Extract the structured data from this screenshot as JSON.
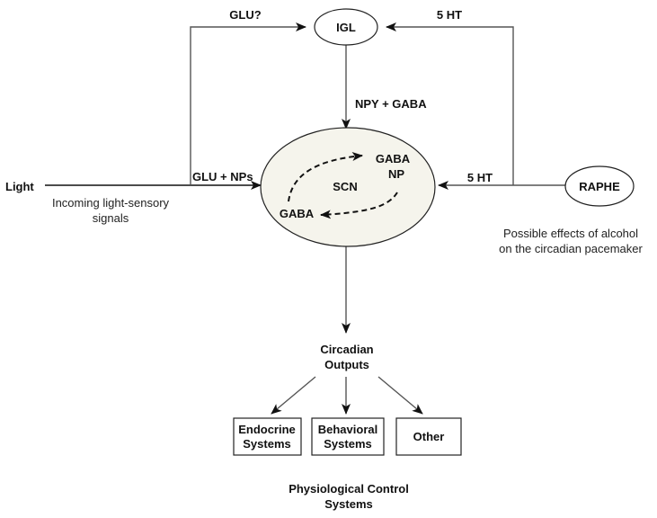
{
  "nodes": {
    "igl": "IGL",
    "scn": "SCN",
    "raphe": "RAPHE",
    "light": "Light"
  },
  "scn_internal": {
    "gaba_top": "GABA",
    "np": "NP",
    "gaba_bottom": "GABA"
  },
  "edges": {
    "glu_question": "GLU?",
    "ht_to_igl": "5 HT",
    "npy_gaba": "NPY + GABA",
    "glu_nps": "GLU + NPs",
    "ht_to_scn": "5 HT"
  },
  "annotations": {
    "light_line1": "Incoming light-sensory",
    "light_line2": "signals",
    "alcohol_line1": "Possible effects of alcohol",
    "alcohol_line2": "on the circadian pacemaker"
  },
  "outputs": {
    "title_line1": "Circadian",
    "title_line2": "Outputs",
    "boxes": [
      {
        "line1": "Endocrine",
        "line2": "Systems"
      },
      {
        "line1": "Behavioral",
        "line2": "Systems"
      },
      {
        "line1": "Other",
        "line2": ""
      }
    ],
    "footer_line1": "Physiological Control",
    "footer_line2": "Systems"
  },
  "colors": {
    "scn_fill": "#f5f4ec",
    "line": "#555555",
    "text": "#111111"
  }
}
